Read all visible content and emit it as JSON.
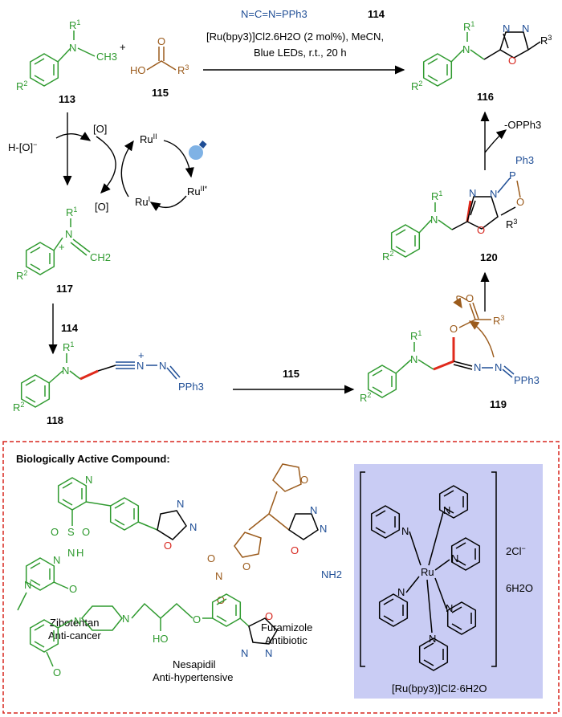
{
  "reaction": {
    "reagent_114": "N=C=N=PPh3",
    "reagent_114_num": "114",
    "conditions_line1": "[Ru(bpy3)]Cl2.6H2O (2 mol%), MeCN,",
    "conditions_line2": "Blue LEDs, r.t., 20 h",
    "plus": "+",
    "compound_113": "113",
    "compound_115": "115",
    "compound_116": "116",
    "compound_117": "117",
    "compound_118": "118",
    "compound_119": "119",
    "compound_120": "120",
    "step_114": "114",
    "step_115": "115",
    "byproduct": "-OPPh3"
  },
  "cycle": {
    "ru2": "Ru",
    "ru2_sup": "II",
    "ru2star": "Ru",
    "ru2star_sup": "II*",
    "ru1": "Ru",
    "ru1_sup": "I",
    "oxidant": "[O]",
    "oxidant_radical": "[O]",
    "reduced": "H-[O]",
    "reduced_sup": "−"
  },
  "labels": {
    "R1": "R",
    "R1_sup": "1",
    "R2": "R",
    "R2_sup": "2",
    "R3": "R",
    "R3_sup": "3",
    "CH3": "CH3",
    "HO": "HO",
    "O": "O",
    "N": "N",
    "PPh3": "PPh3",
    "Ph3": "Ph3",
    "P": "P",
    "CH2": "CH2",
    "plus": "+",
    "NH2": "NH2",
    "HO2": "HO",
    "H": "H",
    "S": "S",
    "NO2plus": "N",
    "Ru": "Ru",
    "twoCl": "2Cl",
    "twoCl_sup": "−",
    "sixH2O": "6H2O"
  },
  "box": {
    "heading": "Biologically Active Compound:",
    "zibotentan_name": "Zibotentan",
    "zibotentan_use": "Anti-cancer",
    "furamizole_name": "Furamizole",
    "furamizole_use": "Antibiotic",
    "nesapidil_name": "Nesapidil",
    "nesapidil_use": "Anti-hypertensive",
    "ru_complex_label": "[Ru(bpy3)]Cl2·6H2O"
  },
  "colors": {
    "green": "#2f9a2f",
    "blue": "#1f4e96",
    "red": "#d7261e",
    "brown": "#9b5b1c",
    "box_border": "#d7261e",
    "complex_bg": "#c9ccf4"
  }
}
